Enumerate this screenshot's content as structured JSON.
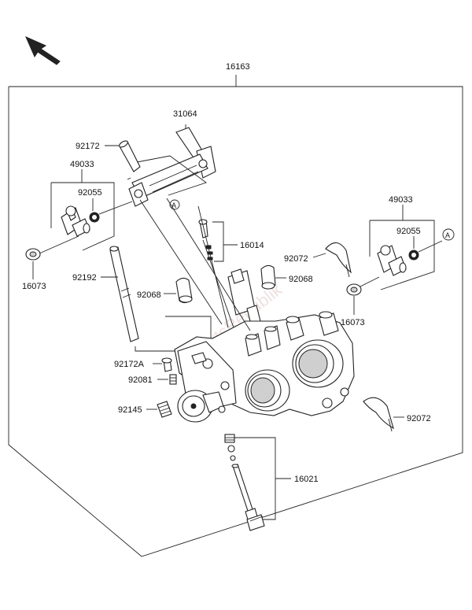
{
  "assembly_label": "16163",
  "labels": {
    "l31064": "31064",
    "l92172": "92172",
    "l49033_left": "49033",
    "l92055_left": "92055",
    "l16073_left": "16073",
    "l92192": "92192",
    "l16014": "16014",
    "l92072_top": "92072",
    "l92068_right": "92068",
    "l92068_left": "92068",
    "l49033_right": "49033",
    "l92055_right": "92055",
    "l16073_right": "16073",
    "l92172A": "92172A",
    "l92081": "92081",
    "l92145": "92145",
    "l92072_bottom": "92072",
    "l16021": "16021",
    "ref_a_left": "A",
    "ref_a_right": "A"
  },
  "watermark": "PartsRepublik"
}
